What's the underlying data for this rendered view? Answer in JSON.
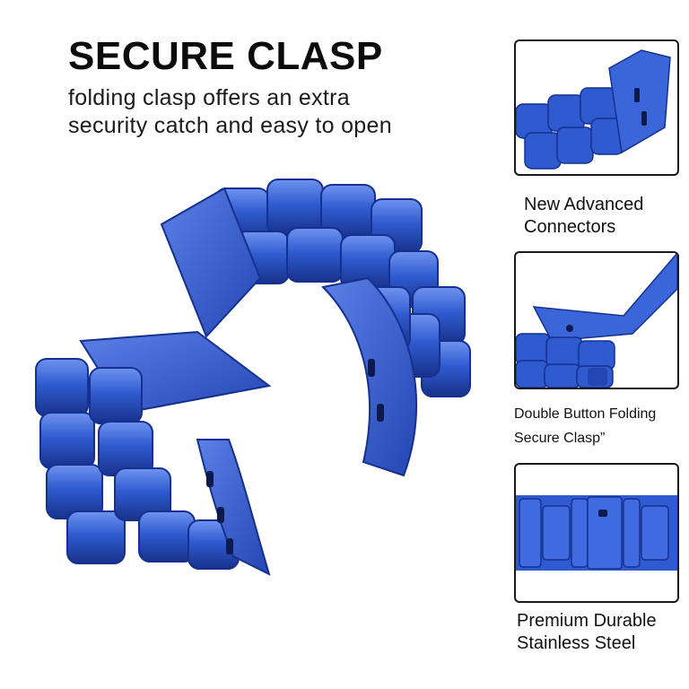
{
  "headline": "SECURE CLASP",
  "subline": {
    "line1": "folding clasp offers an extra",
    "line2": "security catch and easy to open"
  },
  "main_image": {
    "icon": "blue-stainless-steel-watch-band",
    "color": "#2f5bd0"
  },
  "features": [
    {
      "line1": "New Advanced",
      "line2": "Connectors",
      "icon": "connector-closeup"
    },
    {
      "line1": "Double Button Folding",
      "line2": "Secure Clasp”",
      "icon": "clasp-closeup"
    },
    {
      "line1": "Premium Durable",
      "line2": "Stainless Steel",
      "icon": "steel-links-closeup"
    }
  ],
  "colors": {
    "band_blue": "#2f5bd0",
    "band_shadow": "#17318a",
    "band_highlight": "#6f93f0",
    "frame": "#1a1a1a"
  }
}
